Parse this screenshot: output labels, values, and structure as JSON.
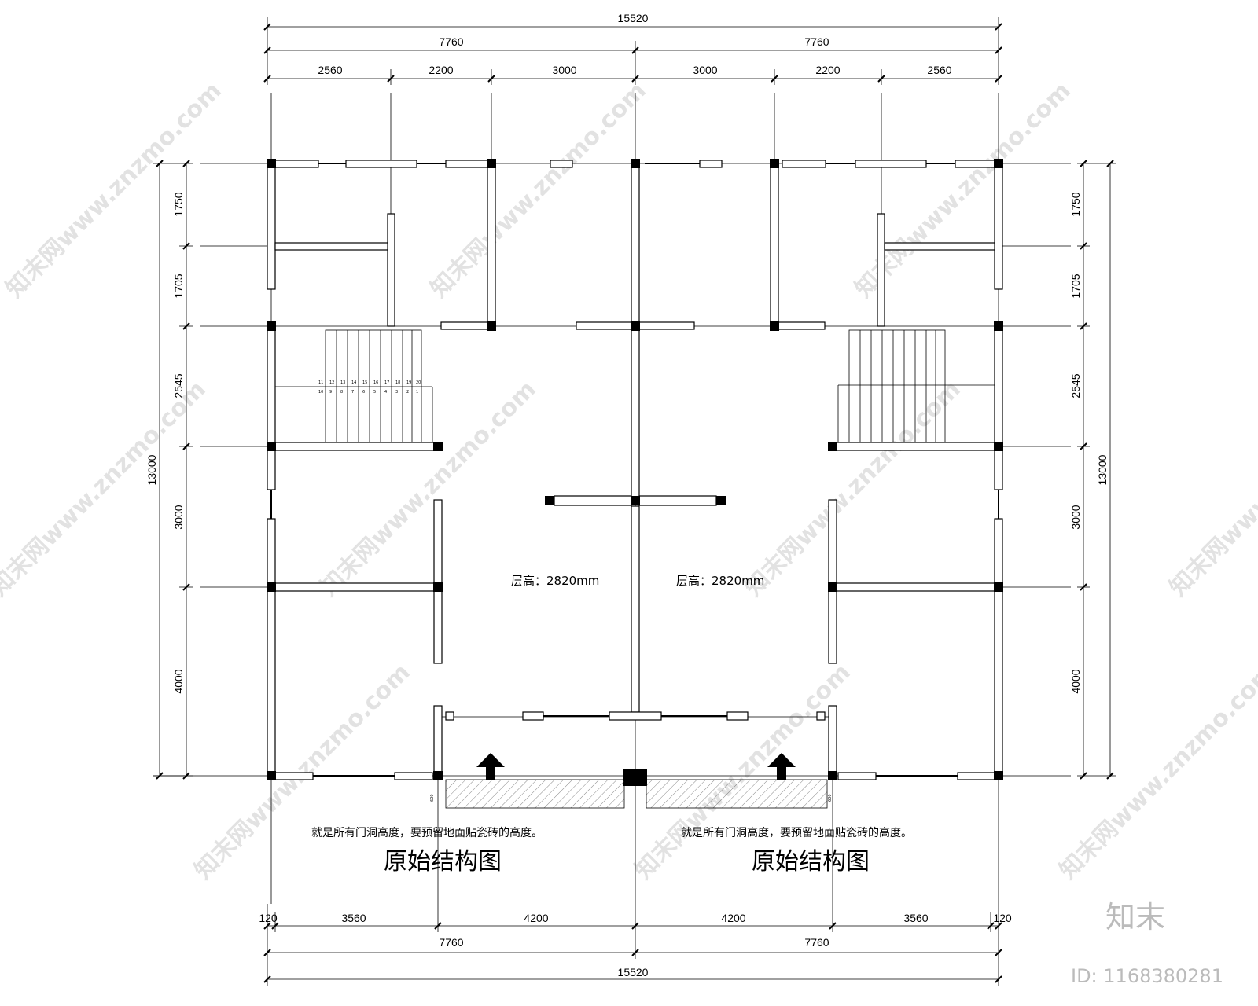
{
  "dims_top_total": "15520",
  "dims_top_half": [
    "7760",
    "7760"
  ],
  "dims_top_bays": [
    "2560",
    "2200",
    "3000",
    "3000",
    "2200",
    "2560"
  ],
  "dims_bottom_bays": [
    "120",
    "3560",
    "4200",
    "4200",
    "3560",
    "120"
  ],
  "dims_bottom_half": [
    "7760",
    "7760"
  ],
  "dims_bottom_total": "15520",
  "dims_left_total": "13000",
  "dims_left_rows": [
    "1750",
    "1705",
    "2545",
    "3000",
    "4000"
  ],
  "dims_right_total": "13000",
  "dims_right_rows": [
    "1750",
    "1705",
    "2545",
    "3000",
    "4000"
  ],
  "floor_height_left": "层高：2820mm",
  "floor_height_right": "层高：2820mm",
  "note_left": "就是所有门洞高度，要预留地面贴瓷砖的高度。",
  "note_right": "就是所有门洞高度，要预留地面贴瓷砖的高度。",
  "title_left": "原始结构图",
  "title_right": "原始结构图",
  "porch_dim_left": "600",
  "porch_dim_right": "600",
  "stair_steps_top": [
    "11",
    "12",
    "13",
    "14",
    "15",
    "16",
    "17",
    "18",
    "19",
    "20"
  ],
  "stair_steps_bottom": [
    "10",
    "9",
    "8",
    "7",
    "6",
    "5",
    "4",
    "3",
    "2",
    "1"
  ],
  "brand": "知末",
  "image_id": "ID: 1168380281",
  "watermark": "知末网www.znzmo.com"
}
